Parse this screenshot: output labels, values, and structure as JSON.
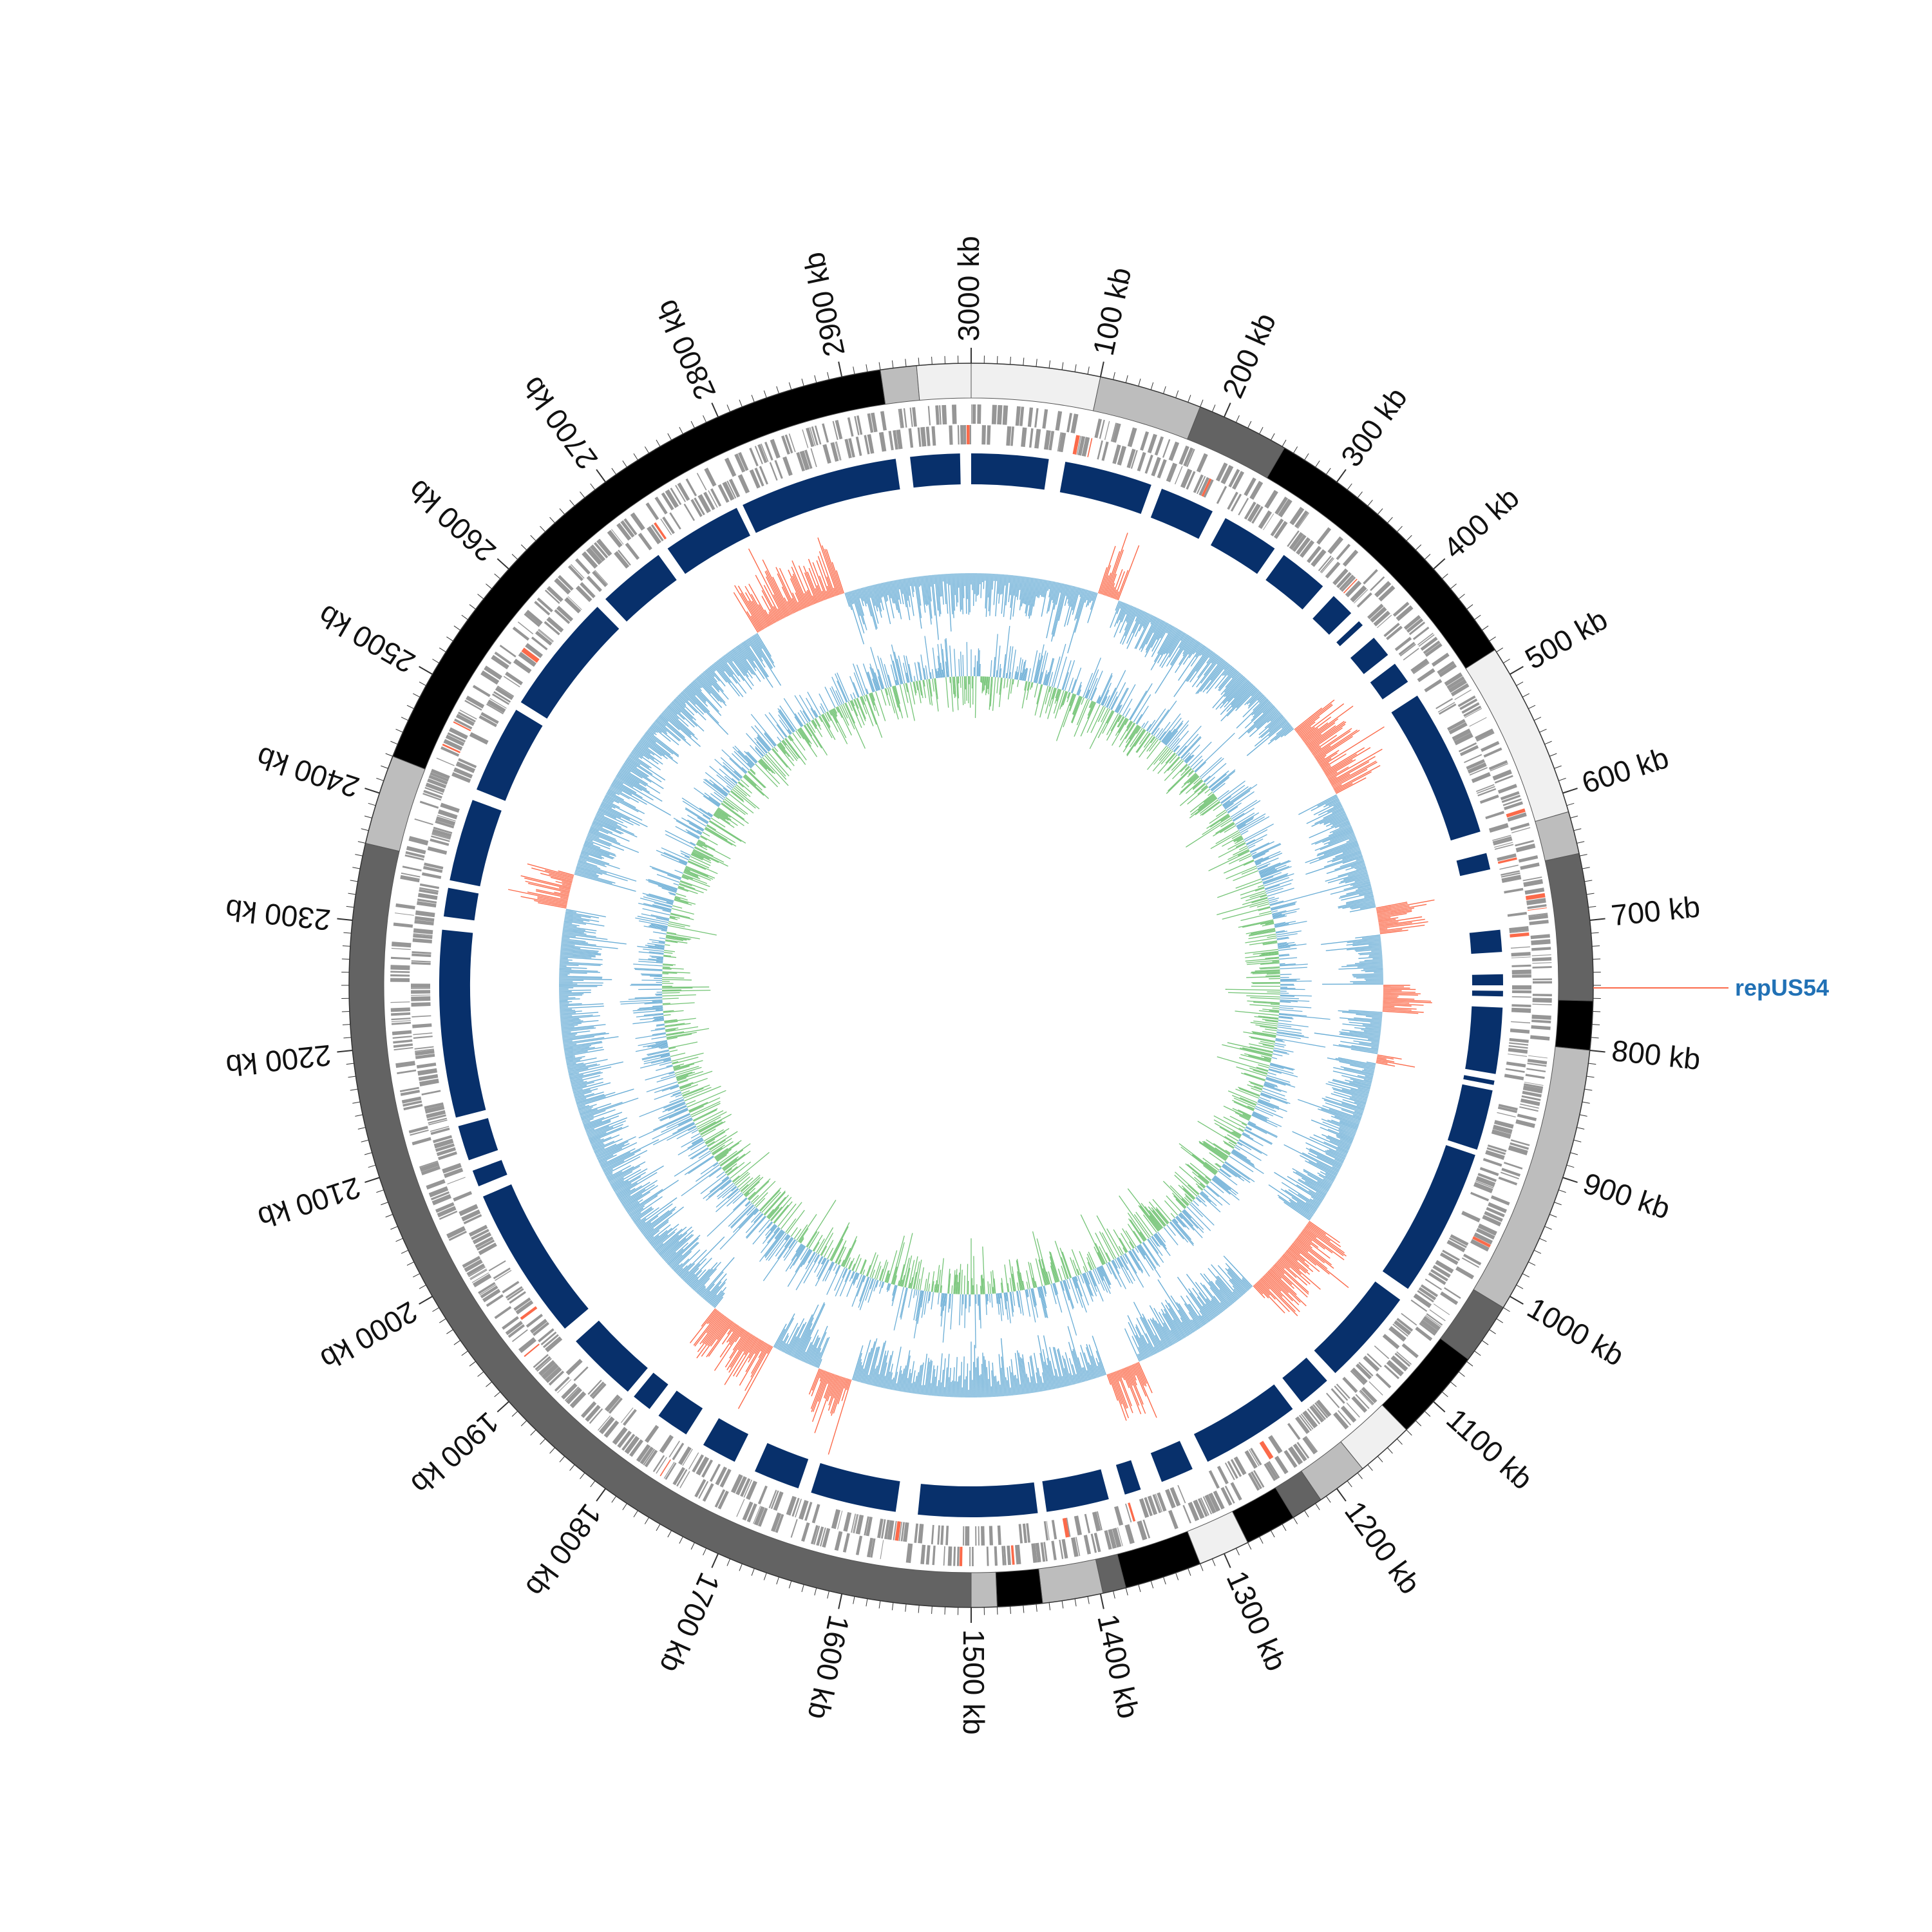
{
  "chart_data": {
    "type": "circular-genome",
    "genome_length_kb": 3000,
    "tick_labels": [
      "100 kb",
      "200 kb",
      "300 kb",
      "400 kb",
      "500 kb",
      "600 kb",
      "700 kb",
      "800 kb",
      "900 kb",
      "1000 kb",
      "1100 kb",
      "1200 kb",
      "1300 kb",
      "1400 kb",
      "1500 kb",
      "1600 kb",
      "1700 kb",
      "1800 kb",
      "1900 kb",
      "2000 kb",
      "2100 kb",
      "2200 kb",
      "2300 kb",
      "2400 kb",
      "2500 kb",
      "2600 kb",
      "2700 kb",
      "2800 kb",
      "2900 kb",
      "3000 kb"
    ],
    "tick_positions_kb": [
      100,
      200,
      300,
      400,
      500,
      600,
      700,
      800,
      900,
      1000,
      1100,
      1200,
      1300,
      1400,
      1500,
      1600,
      1700,
      1800,
      1900,
      2000,
      2100,
      2200,
      2300,
      2400,
      2500,
      2600,
      2700,
      2800,
      2900,
      3000
    ],
    "contigs": [
      {
        "start": 0,
        "end": 100,
        "shade": "#f0f0f0"
      },
      {
        "start": 100,
        "end": 180,
        "shade": "#bdbdbd"
      },
      {
        "start": 180,
        "end": 252,
        "shade": "#636363"
      },
      {
        "start": 252,
        "end": 478,
        "shade": "#000000"
      },
      {
        "start": 478,
        "end": 615,
        "shade": "#f0f0f0"
      },
      {
        "start": 615,
        "end": 648,
        "shade": "#bdbdbd"
      },
      {
        "start": 648,
        "end": 762,
        "shade": "#636363"
      },
      {
        "start": 762,
        "end": 800,
        "shade": "#000000"
      },
      {
        "start": 800,
        "end": 1010,
        "shade": "#bdbdbd"
      },
      {
        "start": 1010,
        "end": 1058,
        "shade": "#636363"
      },
      {
        "start": 1058,
        "end": 1130,
        "shade": "#000000"
      },
      {
        "start": 1130,
        "end": 1175,
        "shade": "#f0f0f0"
      },
      {
        "start": 1175,
        "end": 1215,
        "shade": "#bdbdbd"
      },
      {
        "start": 1215,
        "end": 1240,
        "shade": "#636363"
      },
      {
        "start": 1240,
        "end": 1280,
        "shade": "#000000"
      },
      {
        "start": 1280,
        "end": 1320,
        "shade": "#f0f0f0"
      },
      {
        "start": 1320,
        "end": 1380,
        "shade": "#000000"
      },
      {
        "start": 1380,
        "end": 1398,
        "shade": "#636363"
      },
      {
        "start": 1398,
        "end": 1445,
        "shade": "#bdbdbd"
      },
      {
        "start": 1445,
        "end": 1480,
        "shade": "#000000"
      },
      {
        "start": 1480,
        "end": 1500,
        "shade": "#bdbdbd"
      },
      {
        "start": 1500,
        "end": 2360,
        "shade": "#636363"
      },
      {
        "start": 2360,
        "end": 2430,
        "shade": "#bdbdbd"
      },
      {
        "start": 2430,
        "end": 2930,
        "shade": "#000000"
      },
      {
        "start": 2930,
        "end": 2958,
        "shade": "#bdbdbd"
      },
      {
        "start": 2958,
        "end": 3000,
        "shade": "#f0f0f0"
      }
    ],
    "annotations": [
      {
        "label": "repUS54",
        "position_kb": 752,
        "color": "#2171b5"
      }
    ],
    "series": [
      {
        "track": "coding sequences"
      },
      {
        "track": "blast hits",
        "color": "#08306b"
      },
      {
        "track": "GC content",
        "colors": {
          "above": "#6baed6",
          "below": "#fb6a4a"
        }
      },
      {
        "track": "GC skew",
        "colors": {
          "positive": "#6baed6",
          "negative": "#74c476"
        }
      }
    ],
    "blast_hits": [
      [
        0,
        70
      ],
      [
        85,
        165
      ],
      [
        175,
        225
      ],
      [
        238,
        290
      ],
      [
        300,
        345
      ],
      [
        358,
        380
      ],
      [
        390,
        395
      ],
      [
        410,
        430
      ],
      [
        440,
        460
      ],
      [
        475,
        610
      ],
      [
        630,
        645
      ],
      [
        700,
        720
      ],
      [
        740,
        750
      ],
      [
        755,
        760
      ],
      [
        770,
        830
      ],
      [
        836,
        840
      ],
      [
        845,
        900
      ],
      [
        905,
        1040
      ],
      [
        1052,
        1140
      ],
      [
        1150,
        1180
      ],
      [
        1190,
        1280
      ],
      [
        1295,
        1325
      ],
      [
        1345,
        1360
      ],
      [
        1375,
        1432
      ],
      [
        1440,
        1548
      ],
      [
        1568,
        1646
      ],
      [
        1658,
        1700
      ],
      [
        1720,
        1752
      ],
      [
        1770,
        1800
      ],
      [
        1810,
        1828
      ],
      [
        1835,
        1900
      ],
      [
        1915,
        2055
      ],
      [
        2065,
        2080
      ],
      [
        2090,
        2122
      ],
      [
        2130,
        2300
      ],
      [
        2312,
        2338
      ],
      [
        2345,
        2420
      ],
      [
        2430,
        2510
      ],
      [
        2518,
        2628
      ],
      [
        2638,
        2700
      ],
      [
        2710,
        2782
      ],
      [
        2788,
        2932
      ],
      [
        2945,
        2990
      ]
    ]
  },
  "colors": {
    "cds": "#969696",
    "blast": "#08306b",
    "gc_up": "#6baed6",
    "gc_down": "#fb6a4a",
    "skew_pos": "#6baed6",
    "skew_neg": "#74c476"
  }
}
